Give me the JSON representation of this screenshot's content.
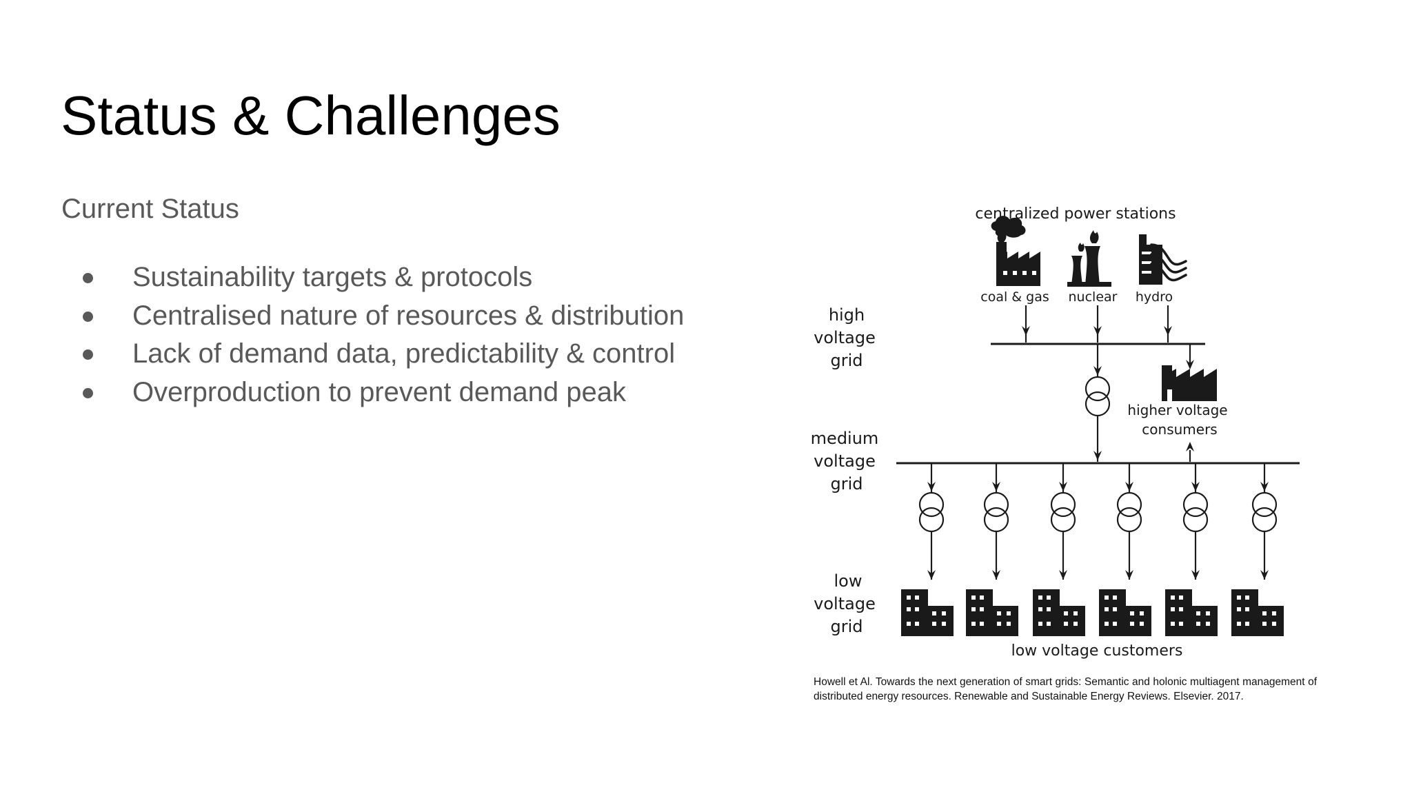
{
  "slide": {
    "title": "Status & Challenges",
    "subtitle": "Current Status",
    "bullets": [
      "Sustainability targets & protocols",
      "Centralised nature of resources & distribution",
      "Lack of demand data, predictability & control",
      "Overproduction to prevent demand peak"
    ]
  },
  "diagram": {
    "header": "centralized power stations",
    "stations": [
      "coal & gas",
      "nuclear",
      "hydro"
    ],
    "grid_levels": {
      "high": [
        "high",
        "voltage",
        "grid"
      ],
      "medium": [
        "medium",
        "voltage",
        "grid"
      ],
      "low": [
        "low",
        "voltage",
        "grid"
      ]
    },
    "higher_voltage_consumers": [
      "higher voltage",
      "consumers"
    ],
    "low_voltage_customers": "low voltage customers",
    "citation": "Howell et Al. Towards the next generation of smart grids: Semantic and holonic multiagent management of distributed energy resources. Renewable and Sustainable Energy Reviews. Elsevier. 2017."
  },
  "colors": {
    "title": "#000000",
    "body_text": "#595959",
    "diagram_ink": "#1a1a1a"
  }
}
